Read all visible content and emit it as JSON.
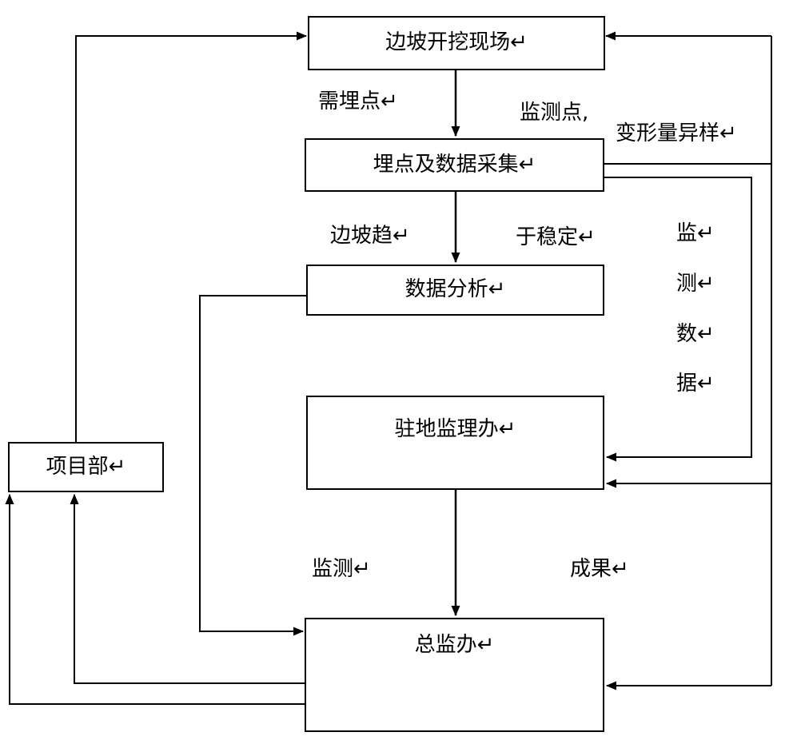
{
  "boxes": {
    "site": "边坡开挖现场↵",
    "collect": "埋点及数据采集↵",
    "analysis": "数据分析↵",
    "resident": "驻地监理办↵",
    "project": "项目部↵",
    "chief": "总监办↵"
  },
  "labels": {
    "need_point": "需埋点↵",
    "monitor_point": "监测点,",
    "deform_abnormal": "变形量异样↵",
    "slope_trend": "边坡趋↵",
    "to_stable": "于稳定↵",
    "monitor": "监测↵",
    "result": "成果↵",
    "vertical_data": [
      "监↵",
      "测↵",
      "数↵",
      "据↵"
    ]
  },
  "colors": {
    "line": "#000000",
    "box_border": "#000000",
    "text": "#000000",
    "background": "#ffffff"
  }
}
